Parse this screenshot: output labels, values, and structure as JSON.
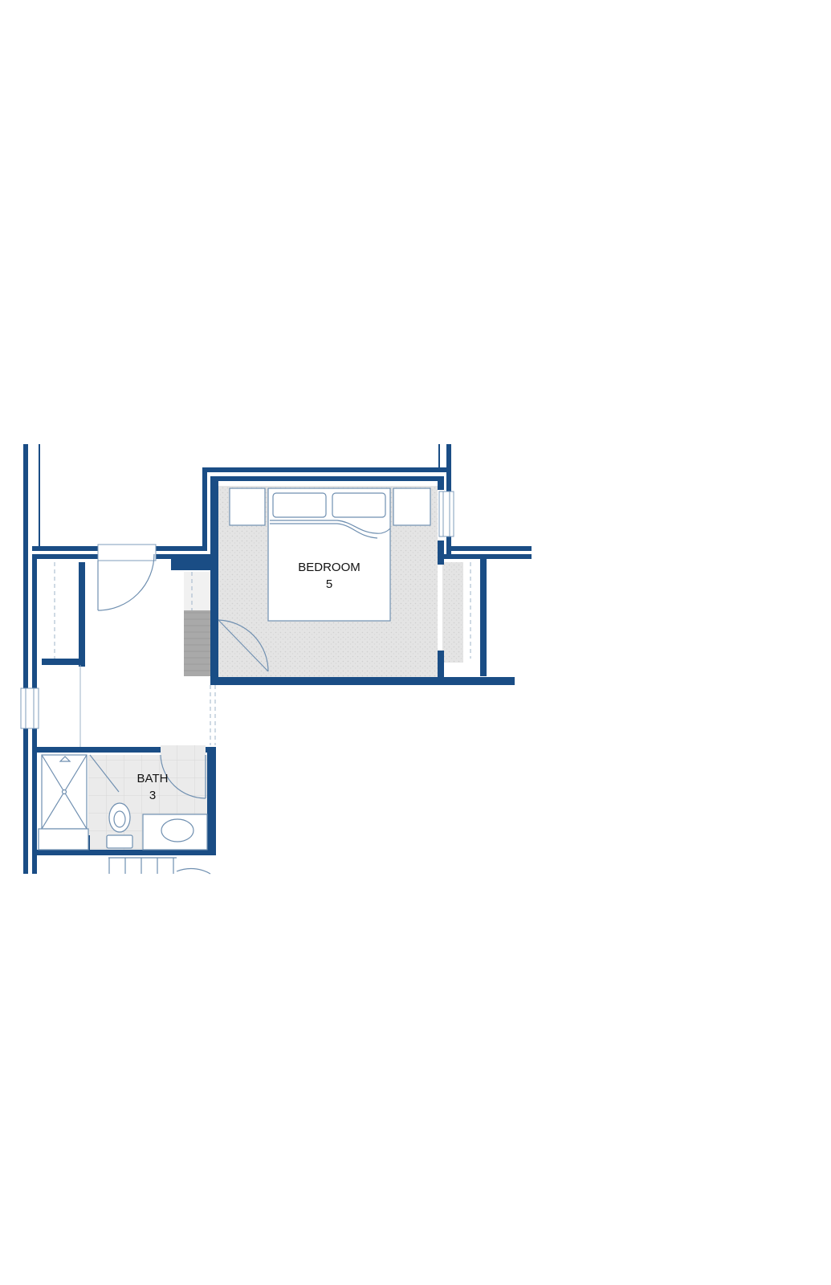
{
  "colors": {
    "wall": "#1a4d85",
    "carpet": "#e3e3e3",
    "tile": "#e9e9e9",
    "closet_wood": "#a7a7a7",
    "fixture_line": "#6f8fb0",
    "background": "#ffffff"
  },
  "rooms": {
    "bedroom": {
      "name": "BEDROOM",
      "number": "5"
    },
    "bath": {
      "name": "BATH",
      "number": "3"
    }
  }
}
